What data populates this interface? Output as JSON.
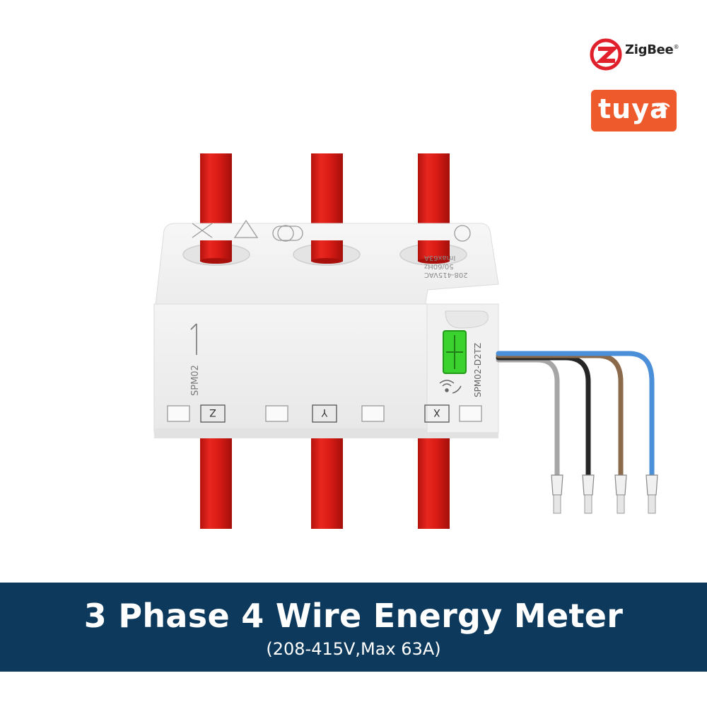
{
  "brand": {
    "zigbee": {
      "name": "ZigBee",
      "mark": "®",
      "color": "#e0202b"
    },
    "tuya": {
      "name": "tuya",
      "color": "#ee5a2b"
    }
  },
  "device": {
    "model_label": "SPM02",
    "model_label_side": "SPM02-D2TZ",
    "rating_lines": [
      "208-415VAC",
      "50/60Hz",
      "Imax63A"
    ],
    "terminals": [
      "Z",
      "Y",
      "X"
    ],
    "body_color": "#f2f2f2",
    "cable_color": "#e0201b",
    "button_color": "#3bd12e",
    "lead_colors": [
      "#a6a6a6",
      "#262626",
      "#8a6a4a",
      "#4a8fd8"
    ]
  },
  "banner": {
    "title": "3 Phase 4 Wire Energy Meter",
    "subtitle": "(208-415V,Max 63A)",
    "background": "#0d3a5c"
  }
}
